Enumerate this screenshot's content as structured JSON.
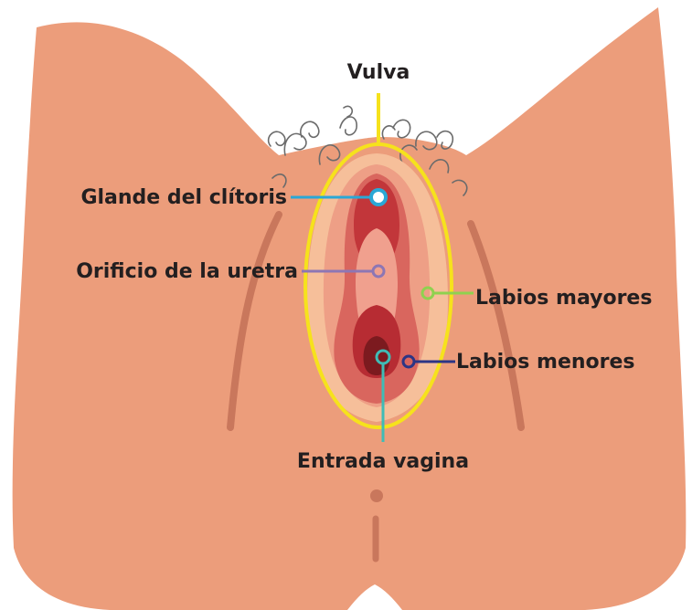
{
  "labels": {
    "vulva": "Vulva",
    "glande_clitoris": "Glande del clítoris",
    "orificio_uretra": "Orificio de la uretra",
    "labios_mayores": "Labios mayores",
    "labios_menores": "Labios menores",
    "entrada_vagina": "Entrada vagina"
  },
  "colors": {
    "skin": "#ec9d7b",
    "skin_fold": "#c9775c",
    "outer_labia": "#f6bf9a",
    "inner_edge": "#e9907e",
    "inner_labia": "#d9665e",
    "mucosa_light": "#f0a08e",
    "deep_red": "#b72c33",
    "darkest": "#7c1a1f",
    "hair": "#6b6b6b",
    "vulva_outline": "#f6e21c",
    "leader_vulva": "#f6e21c",
    "leader_clitoris": "#2aa8d6",
    "leader_uretra": "#8d76b4",
    "leader_labios_mayores": "#8fd14f",
    "leader_labios_menores": "#2c3585",
    "leader_vagina": "#3fbcb6"
  }
}
